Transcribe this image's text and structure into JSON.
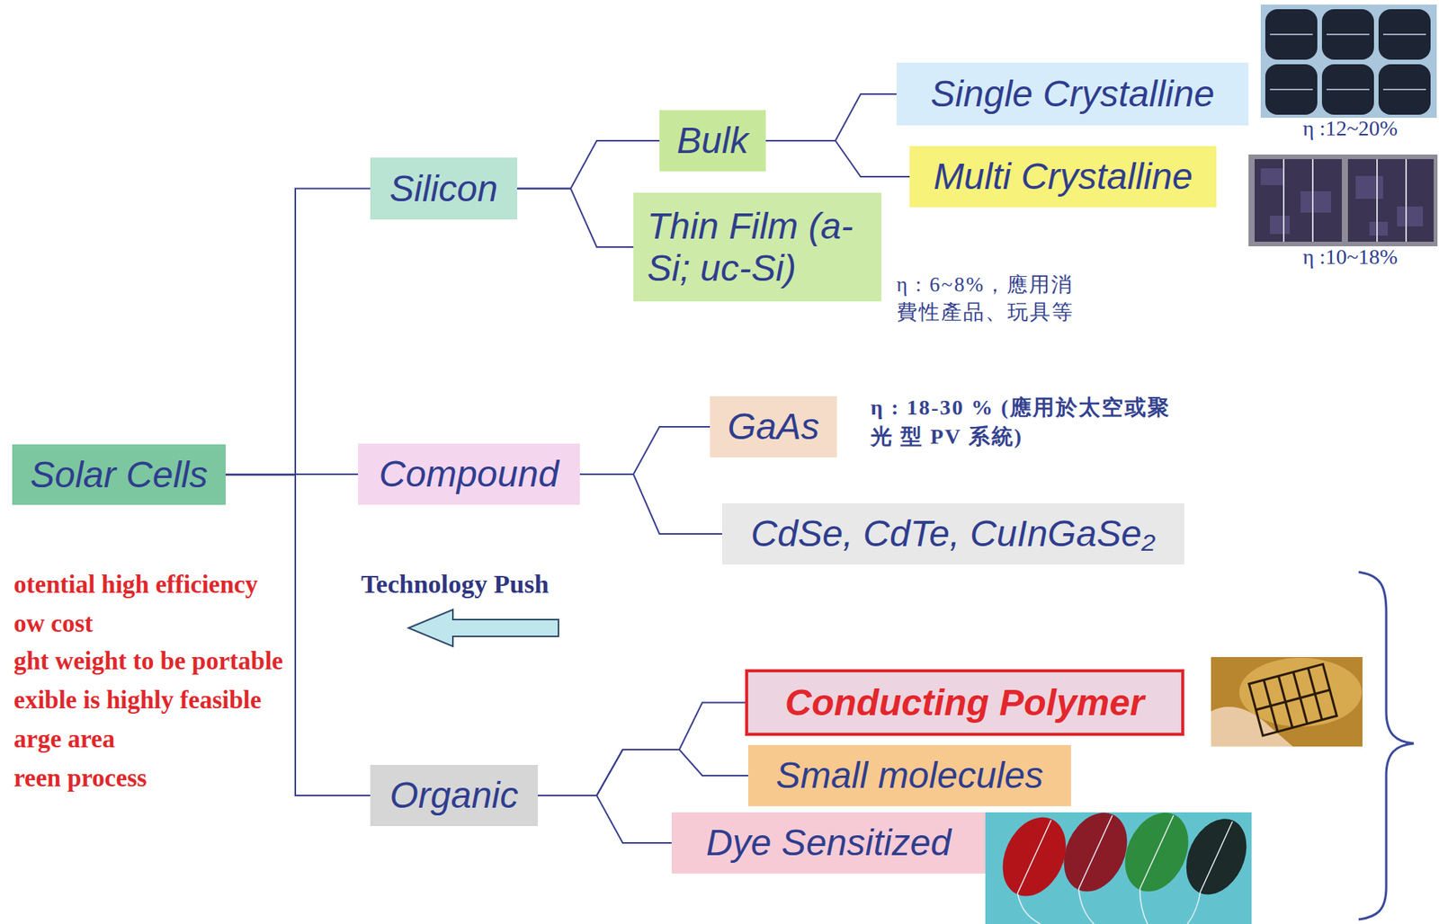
{
  "diagram": {
    "nodes": [
      {
        "text": [
          "Solar Cells"
        ]
      },
      {
        "text": [
          "Silicon"
        ]
      },
      {
        "text": [
          "Bulk"
        ]
      },
      {
        "text": [
          "Single Crystalline"
        ]
      },
      {
        "text": [
          "Multi Crystalline"
        ]
      },
      {
        "text": [
          "Thin Film (a-Si; uc-Si)"
        ]
      },
      {
        "text": [
          "Compound"
        ]
      },
      {
        "text": [
          "GaAs"
        ]
      },
      {
        "text": [
          "CdSe, CdTe, CuInGaSe₂"
        ]
      },
      {
        "text": [
          "Organic"
        ]
      },
      {
        "text": [
          "Conducting Polymer"
        ]
      },
      {
        "text": [
          "Small molecules"
        ]
      },
      {
        "text": [
          "Dye Sensitized"
        ]
      }
    ],
    "edges": [
      {
        "from": 0,
        "to": 1,
        "arrow": "none"
      },
      {
        "from": 0,
        "to": 6,
        "arrow": "none"
      },
      {
        "from": 0,
        "to": 9,
        "arrow": "none"
      },
      {
        "from": 1,
        "to": 2,
        "arrow": "none"
      },
      {
        "from": 1,
        "to": 5,
        "arrow": "none"
      },
      {
        "from": 2,
        "to": 3,
        "arrow": "none"
      },
      {
        "from": 2,
        "to": 4,
        "arrow": "none"
      },
      {
        "from": 6,
        "to": 7,
        "arrow": "none"
      },
      {
        "from": 6,
        "to": 8,
        "arrow": "none"
      },
      {
        "from": 9,
        "to": 10,
        "arrow": "none"
      },
      {
        "from": 9,
        "to": 11,
        "arrow": "none"
      },
      {
        "from": 9,
        "to": 12,
        "arrow": "none"
      }
    ],
    "labels": [
      "η :12~20%",
      "η :10~18%",
      "η : 6~8%，應用消 費性產品、玩具等",
      "η : 18-30 % (應用於太空或聚光 型 PV 系統)",
      "otential high efficiency",
      "Technology Push",
      "ow cost",
      "ght weight to be portable",
      "exible is highly feasible",
      "arge area",
      "reen process"
    ]
  }
}
